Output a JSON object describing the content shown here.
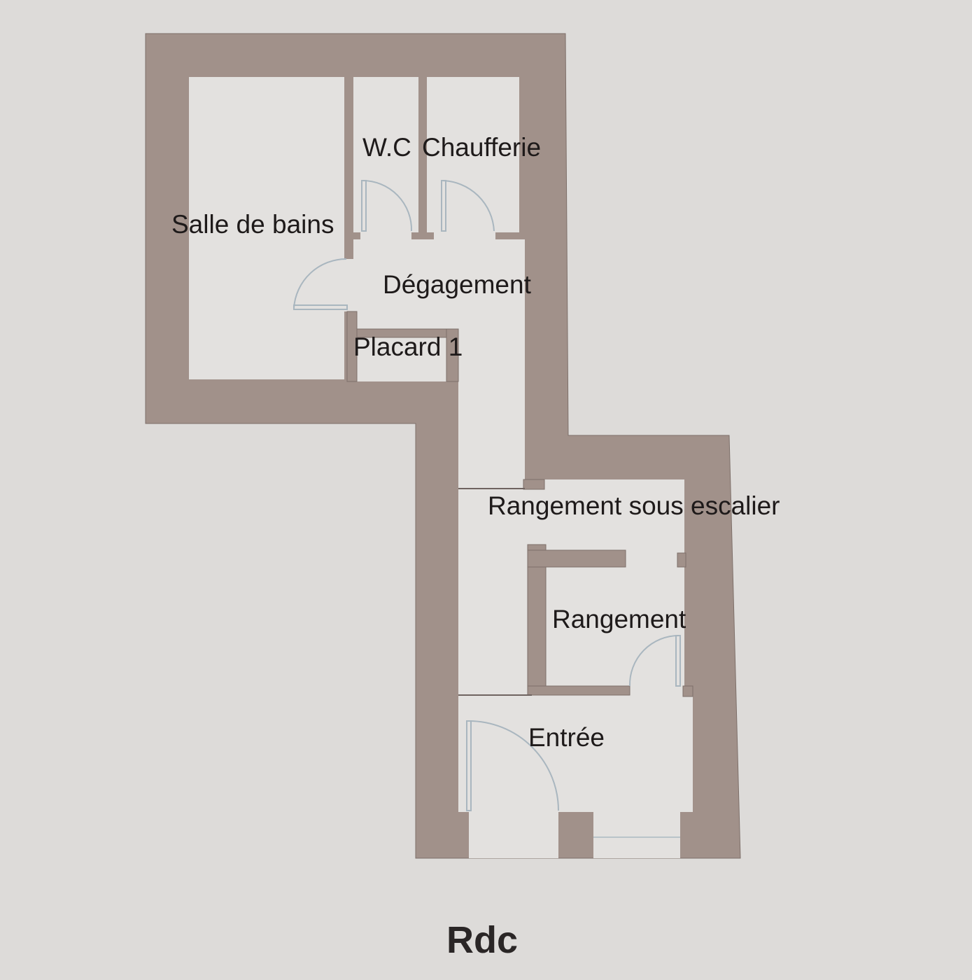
{
  "plan": {
    "title": "Rdc",
    "rooms": {
      "salle_de_bains": "Salle de bains",
      "wc": "W.C",
      "chaufferie": "Chaufferie",
      "degagement": "Dégagement",
      "placard": "Placard 1",
      "rangement_sous_escalier": "Rangement sous escalier",
      "rangement": "Rangement",
      "entree": "Entrée"
    }
  },
  "colors": {
    "wall": "#a1918a",
    "room": "#e3e1df",
    "background": "#dddbd9",
    "door": "#a9b6bf"
  }
}
